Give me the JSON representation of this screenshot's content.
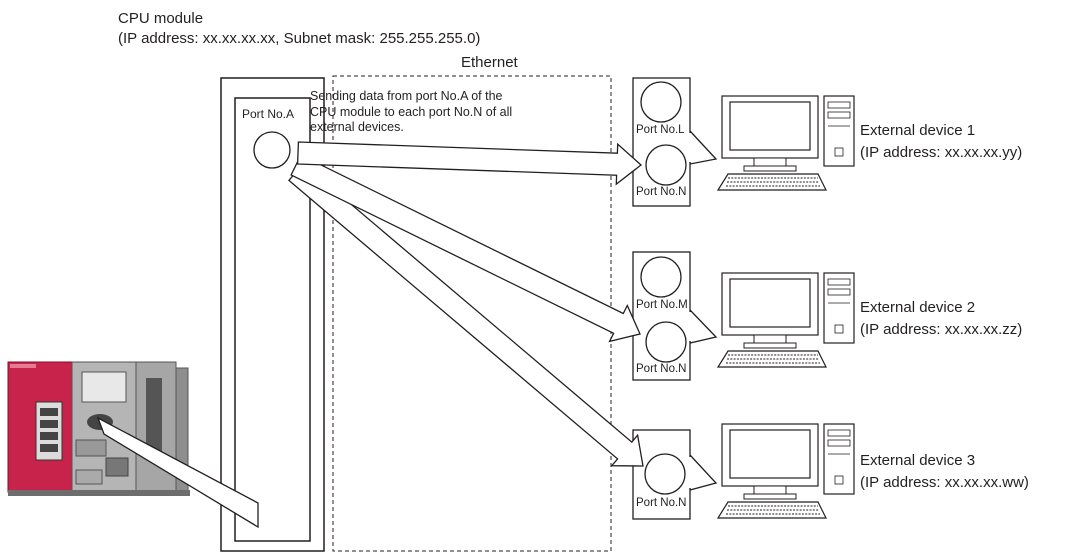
{
  "cpu_module": {
    "title": "CPU module",
    "subtitle": "(IP address: xx.xx.xx.xx, Subnet mask: 255.255.255.0)",
    "port_label": "Port No.A"
  },
  "network": {
    "label": "Ethernet",
    "note": "Sending data from port No.A of the\nCPU module to each port No.N of all\nexternal devices."
  },
  "devices": [
    {
      "name": "External device 1",
      "ip": "(IP address: xx.xx.xx.yy)",
      "ports": [
        "Port No.L",
        "Port No.N"
      ]
    },
    {
      "name": "External device 2",
      "ip": "(IP address: xx.xx.xx.zz)",
      "ports": [
        "Port No.M",
        "Port No.N"
      ]
    },
    {
      "name": "External device 3",
      "ip": "(IP address: xx.xx.xx.ww)",
      "ports": [
        "Port No.N"
      ]
    }
  ],
  "colors": {
    "line": "#231f20",
    "plc_red": "#c8234a",
    "plc_gray": "#9a9a9a"
  },
  "icons": [
    "plc-unit-icon",
    "computer-icon",
    "arrow-icon",
    "port-circle-icon"
  ]
}
